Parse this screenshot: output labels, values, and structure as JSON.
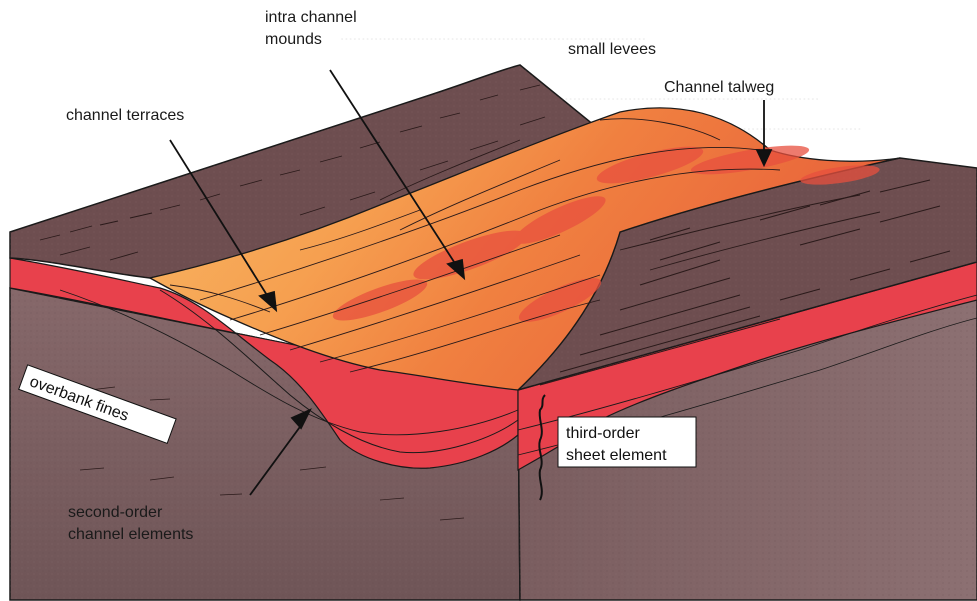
{
  "diagram": {
    "labels": {
      "intra_channel_mounds_line1": "intra channel",
      "intra_channel_mounds_line2": "mounds",
      "small_levees": "small levees",
      "channel_talweg": "Channel talweg",
      "channel_terraces": "channel terraces",
      "overbank_fines": "overbank fines",
      "third_order_line1": "third-order",
      "third_order_line2": "sheet element",
      "second_order_line1": "second-order",
      "second_order_line2": "channel elements"
    },
    "colors": {
      "levee_top": "#6e4e50",
      "block_side": "#7f6163",
      "channel_fill": "#e8414c",
      "channel_top_light": "#f7b35a",
      "channel_top_mid": "#f07a3c",
      "outline": "#1a1a1a"
    }
  }
}
